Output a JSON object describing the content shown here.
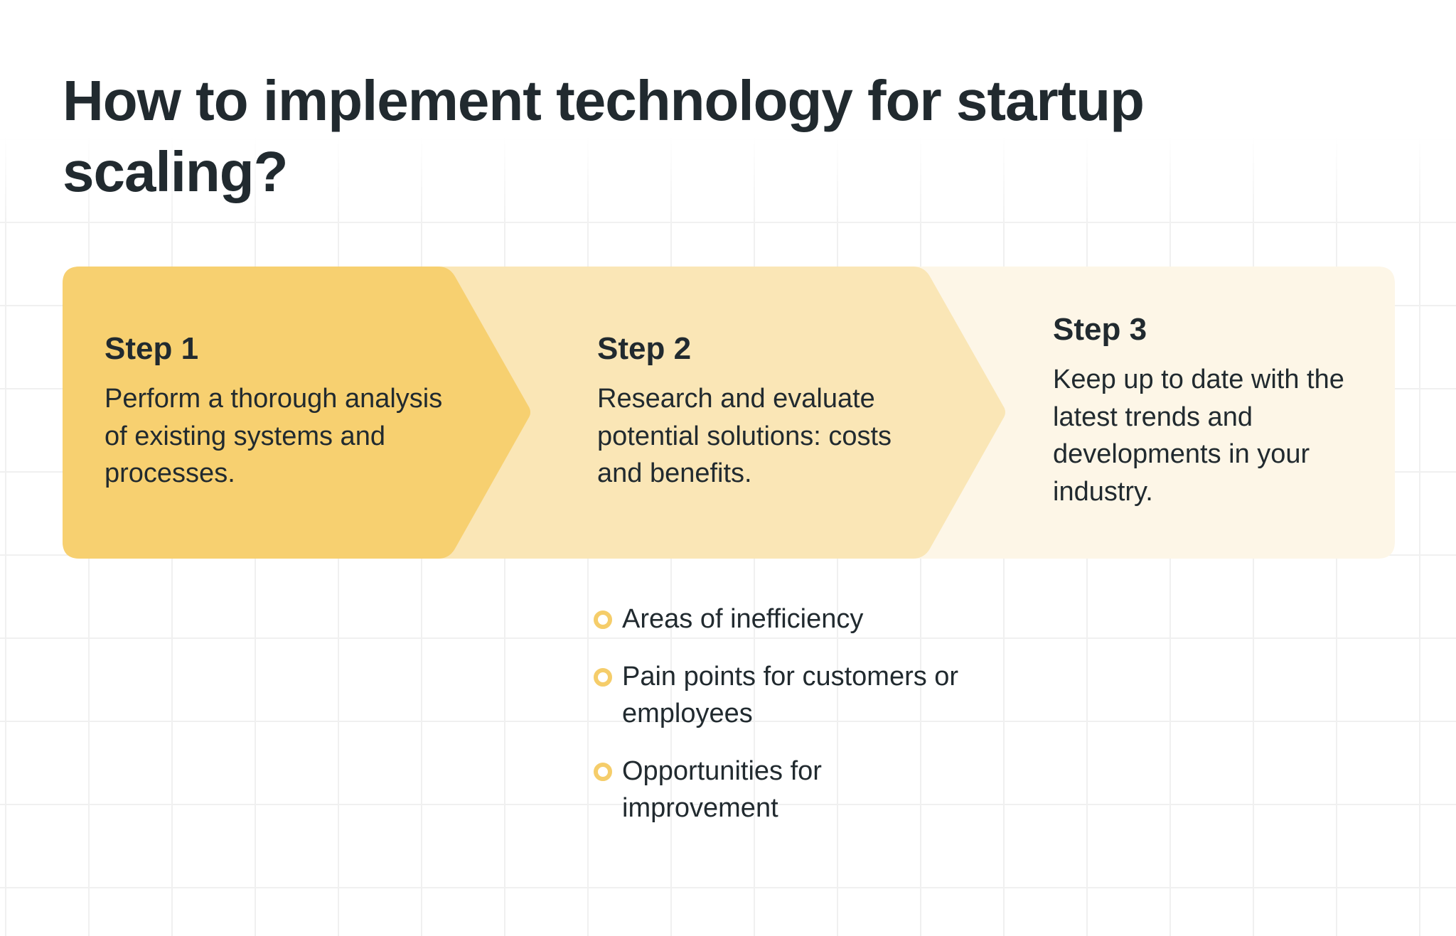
{
  "title": "How to implement technology for startup scaling?",
  "colors": {
    "text": "#212a2f",
    "step1_fill": "#f7d070",
    "step2_fill": "#fae6b6",
    "step3_fill": "#fdf6e7",
    "bullet_ring": "#f5cd6a",
    "grid_line": "#f0f0f0",
    "background": "#ffffff"
  },
  "steps": [
    {
      "title": "Step 1",
      "body": "Perform a thorough analysis of existing systems and processes."
    },
    {
      "title": "Step 2",
      "body": "Research and evaluate potential solutions: costs and benefits."
    },
    {
      "title": "Step 3",
      "body": "Keep up to date with the latest trends and developments in your industry."
    }
  ],
  "bullets": [
    {
      "icon": "ring-bullet-icon",
      "text": "Areas of inefficiency"
    },
    {
      "icon": "ring-bullet-icon",
      "text": "Pain points for customers or employees"
    },
    {
      "icon": "ring-bullet-icon",
      "text": "Opportunities for improvement"
    }
  ]
}
